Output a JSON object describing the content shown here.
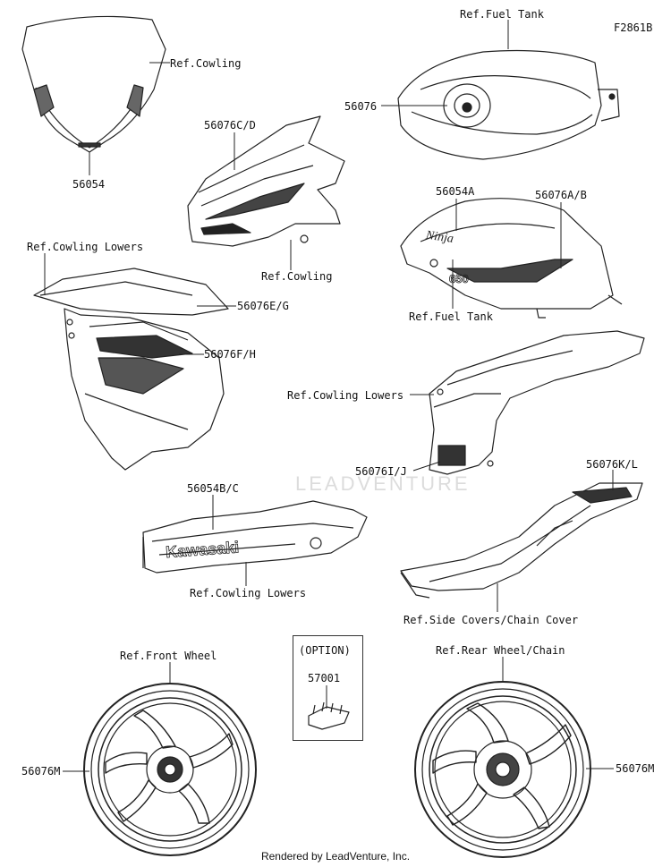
{
  "diagram": {
    "code": "F2861B",
    "footer": "Rendered by LeadVenture, Inc.",
    "watermark": "LEADVENTURE",
    "labels": {
      "ref_cowling_top": "Ref.Cowling",
      "p56054": "56054",
      "ref_fuel_tank_top": "Ref.Fuel Tank",
      "p56076": "56076",
      "p56076cd": "56076C/D",
      "ref_cowling_mid": "Ref.Cowling",
      "p56054a": "56054A",
      "p56076ab": "56076A/B",
      "ref_fuel_tank_bottom": "Ref.Fuel Tank",
      "ref_cowling_lowers_1": "Ref.Cowling Lowers",
      "p56076eg": "56076E/G",
      "p56076fh": "56076F/H",
      "ref_cowling_lowers_2": "Ref.Cowling Lowers",
      "p56076ij": "56076I/J",
      "p56054bc": "56054B/C",
      "ref_cowling_lowers_3": "Ref.Cowling Lowers",
      "p56076kl": "56076K/L",
      "ref_side_covers": "Ref.Side Covers/Chain Cover",
      "option": "(OPTION)",
      "p57001": "57001",
      "ref_front_wheel": "Ref.Front Wheel",
      "p56076m_front": "56076M",
      "ref_rear_wheel": "Ref.Rear Wheel/Chain",
      "p56076m_rear": "56076M"
    },
    "decal_text": {
      "ninja": "Ninja",
      "kawasaki": "Kawasaki",
      "model": "650"
    }
  }
}
